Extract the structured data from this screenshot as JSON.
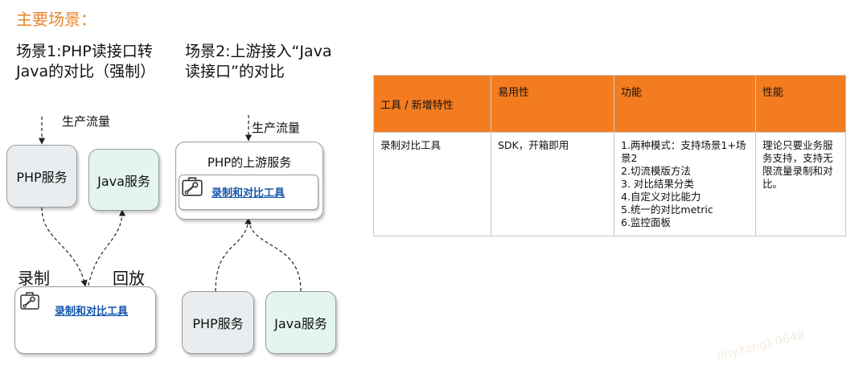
{
  "page_title": "主要场景：",
  "scenario1": {
    "title": "场景1:PHP读接口转Java的对比（强制）"
  },
  "scenario2": {
    "title": "场景2:上游接入“Java读接口”的对比"
  },
  "diagram1": {
    "traffic_label": "生产流量",
    "php_service": "PHP服务",
    "java_service": "Java服务",
    "record_label": "录制",
    "replay_label": "回放",
    "tool_label": "录制和对比工具"
  },
  "diagram2": {
    "traffic_label": "生产流量",
    "upstream_service": "PHP的上游服务",
    "tool_label": "录制和对比工具",
    "php_service": "PHP服务",
    "java_service": "Java服务"
  },
  "table": {
    "headers": [
      "工具 / 新增特性",
      "易用性",
      "功能",
      "性能"
    ],
    "row": {
      "name": "录制对比工具",
      "ease": "SDK，开箱即用",
      "features": [
        "1.两种模式：支持场景1+场景2",
        "2.切流模版方法",
        "3. 对比结果分类",
        "4.自定义对比能力",
        "5.统一的对比metric",
        "6.监控面板"
      ],
      "performance": "理论只要业务服务支持，支持无限流量录制和对比。"
    }
  },
  "watermark": "liny.tang) 0648",
  "icons": [
    "tool-wrench-icon"
  ]
}
